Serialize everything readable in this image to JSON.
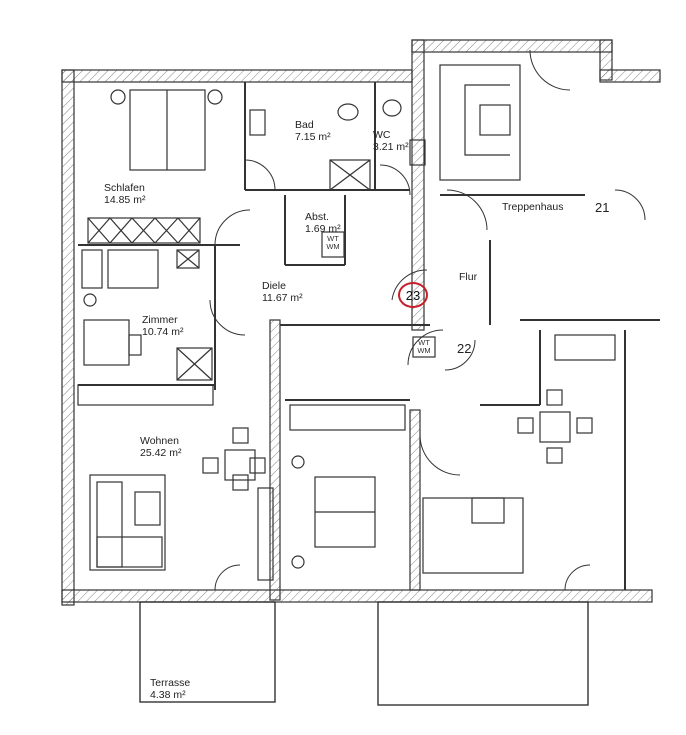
{
  "plan": {
    "type": "floor plan",
    "rooms": [
      {
        "name": "Schlafen",
        "area": "14.85 m²"
      },
      {
        "name": "Bad",
        "area": "7.15 m²"
      },
      {
        "name": "WC",
        "area": "3.21 m²"
      },
      {
        "name": "Abst.",
        "area": "1.69 m²"
      },
      {
        "name": "Diele",
        "area": "11.67 m²"
      },
      {
        "name": "Zimmer",
        "area": "10.74 m²"
      },
      {
        "name": "Wohnen",
        "area": "25.42 m²"
      },
      {
        "name": "Terrasse",
        "area": "4.38 m²"
      }
    ],
    "labels": {
      "treppenhaus": "Treppenhaus",
      "flur": "Flur",
      "wt": "WT",
      "wm": "WM"
    },
    "unit_numbers": {
      "unit_21": "21",
      "unit_22": "22",
      "unit_23": "23"
    },
    "marker": {
      "unit": "23",
      "color": "#c8202a"
    }
  }
}
